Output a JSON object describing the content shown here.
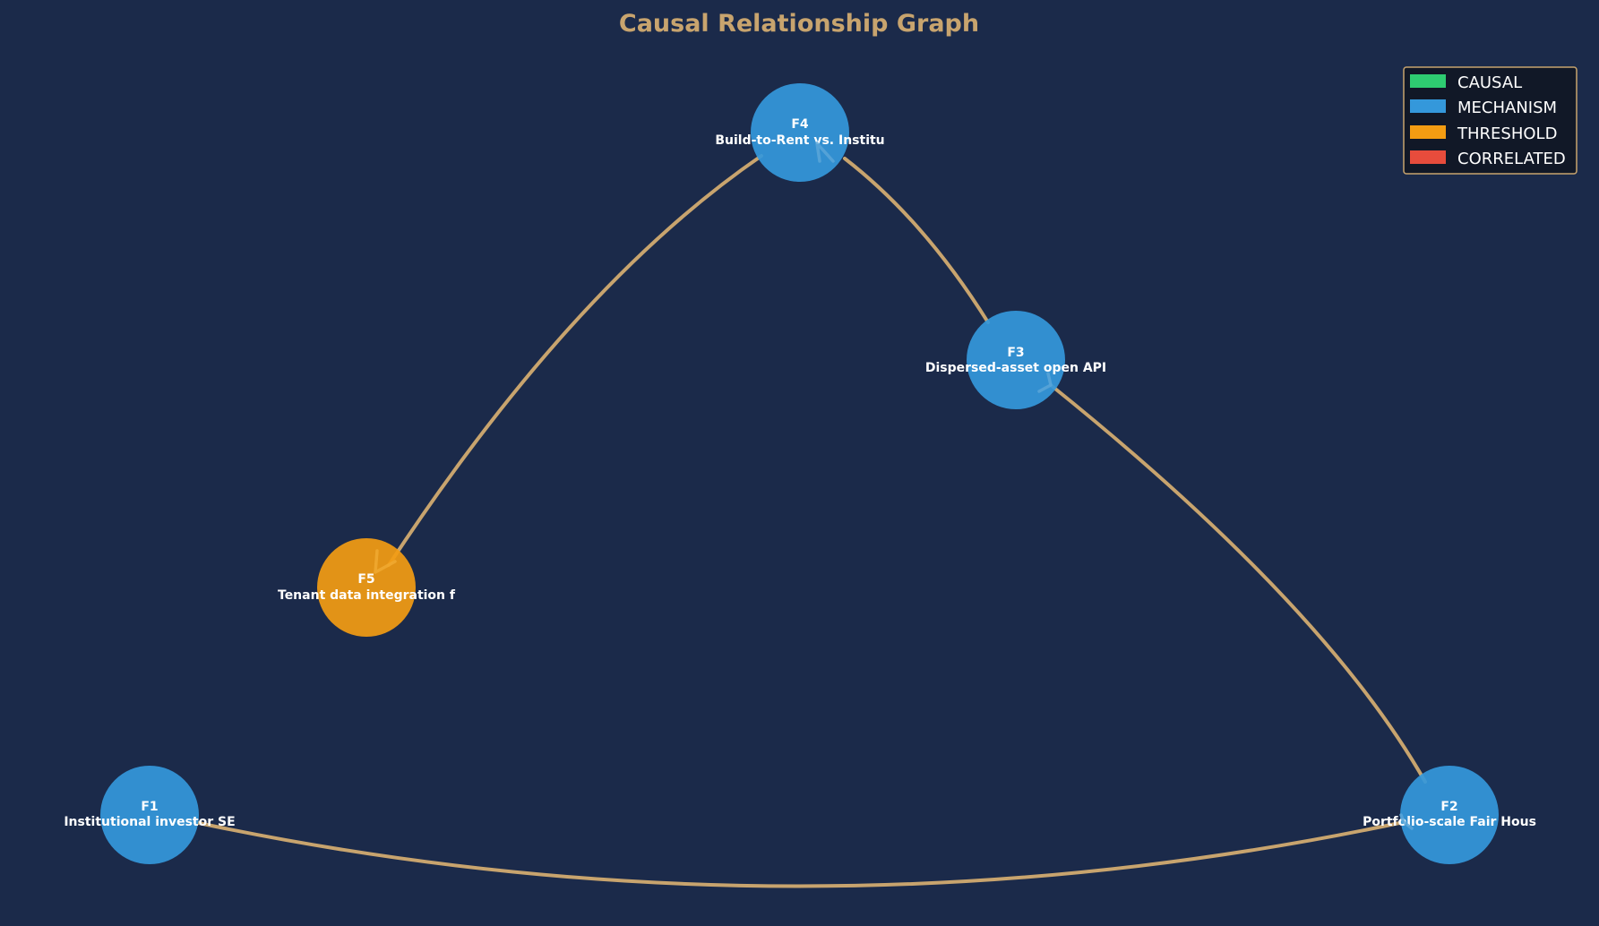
{
  "title": "Causal Relationship Graph",
  "colors": {
    "background": "#1b2a4a",
    "edge": "#c8a46e",
    "causal": "#2ecc71",
    "mechanism": "#3498db",
    "threshold": "#f39c12",
    "correlated": "#e74c3c"
  },
  "legend": [
    {
      "label": "CAUSAL",
      "color": "#2ecc71"
    },
    {
      "label": "MECHANISM",
      "color": "#3498db"
    },
    {
      "label": "THRESHOLD",
      "color": "#f39c12"
    },
    {
      "label": "CORRELATED",
      "color": "#e74c3c"
    }
  ],
  "nodes": [
    {
      "id": "F1",
      "label": "Institutional investor SE",
      "type": "MECHANISM"
    },
    {
      "id": "F2",
      "label": "Portfolio-scale Fair Hous",
      "type": "MECHANISM"
    },
    {
      "id": "F3",
      "label": "Dispersed-asset open API",
      "type": "MECHANISM"
    },
    {
      "id": "F4",
      "label": "Build-to-Rent vs. Institu",
      "type": "MECHANISM"
    },
    {
      "id": "F5",
      "label": "Tenant data integration f",
      "type": "THRESHOLD"
    }
  ],
  "edges": [
    {
      "from": "F1",
      "to": "F2"
    },
    {
      "from": "F2",
      "to": "F3"
    },
    {
      "from": "F3",
      "to": "F4"
    },
    {
      "from": "F4",
      "to": "F5"
    }
  ]
}
